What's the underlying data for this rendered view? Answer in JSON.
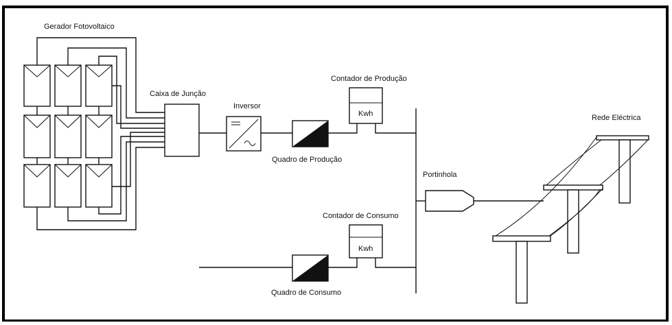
{
  "diagram": {
    "labels": {
      "pv_generator": "Gerador Fotovoltaico",
      "junction_box": "Caixa de Junção",
      "inverter": "Inversor",
      "production_meter": "Contador de Produção",
      "production_meter_unit": "Kwh",
      "production_panel": "Quadro de Produção",
      "gate": "Portinhola",
      "grid": "Rede Eléctrica",
      "consumption_meter": "Contador de Consumo",
      "consumption_meter_unit": "Kwh",
      "consumption_panel": "Quadro de Consumo"
    }
  }
}
